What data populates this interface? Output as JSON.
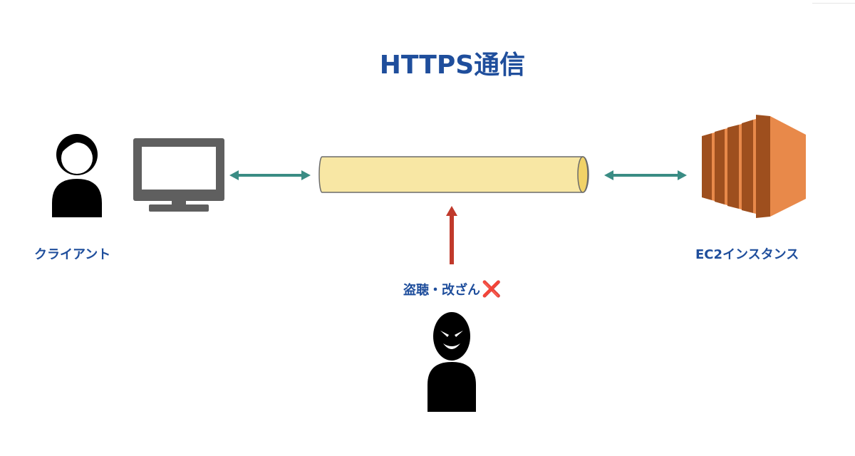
{
  "title": "HTTPS通信",
  "labels": {
    "client": "クライアント",
    "server": "EC2インスタンス",
    "attack": "盗聴・改ざん",
    "attack_mark": "❌"
  },
  "colors": {
    "title": "#1f4e9c",
    "arrow_teal": "#3a8c84",
    "arrow_red": "#c0392b",
    "tunnel_fill": "#f8e7a4",
    "ec2_orange": "#e8894a",
    "monitor_gray": "#5f5f5f"
  },
  "icons": {
    "client_person": "person-icon",
    "monitor": "monitor-icon",
    "tunnel": "tunnel-cylinder",
    "server": "ec2-icon",
    "attacker": "hacker-icon"
  }
}
